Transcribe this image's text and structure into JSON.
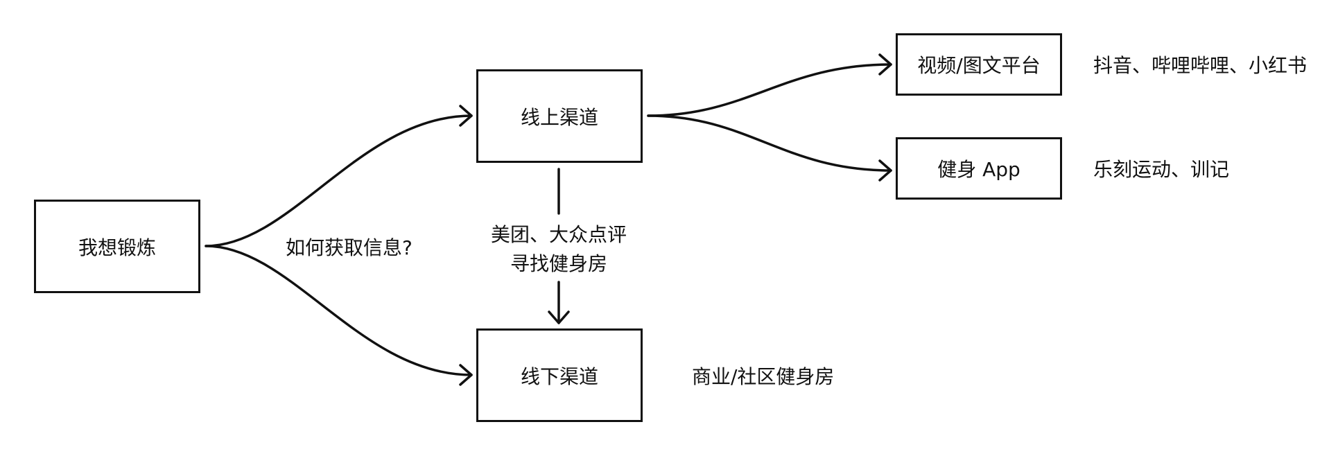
{
  "nodes": {
    "start": "我想锻炼",
    "online": "线上渠道",
    "offline": "线下渠道",
    "video": "视频/图文平台",
    "fitness_app": "健身 App"
  },
  "edge_labels": {
    "how_to_get_info": "如何获取信息?",
    "online_to_offline_line1": "美团、大众点评",
    "online_to_offline_line2": "寻找健身房"
  },
  "annotations": {
    "video_examples": "抖音、哔哩哔哩、小红书",
    "app_examples": "乐刻运动、训记",
    "offline_examples": "商业/社区健身房"
  },
  "colors": {
    "stroke": "#111111",
    "background": "#ffffff"
  }
}
